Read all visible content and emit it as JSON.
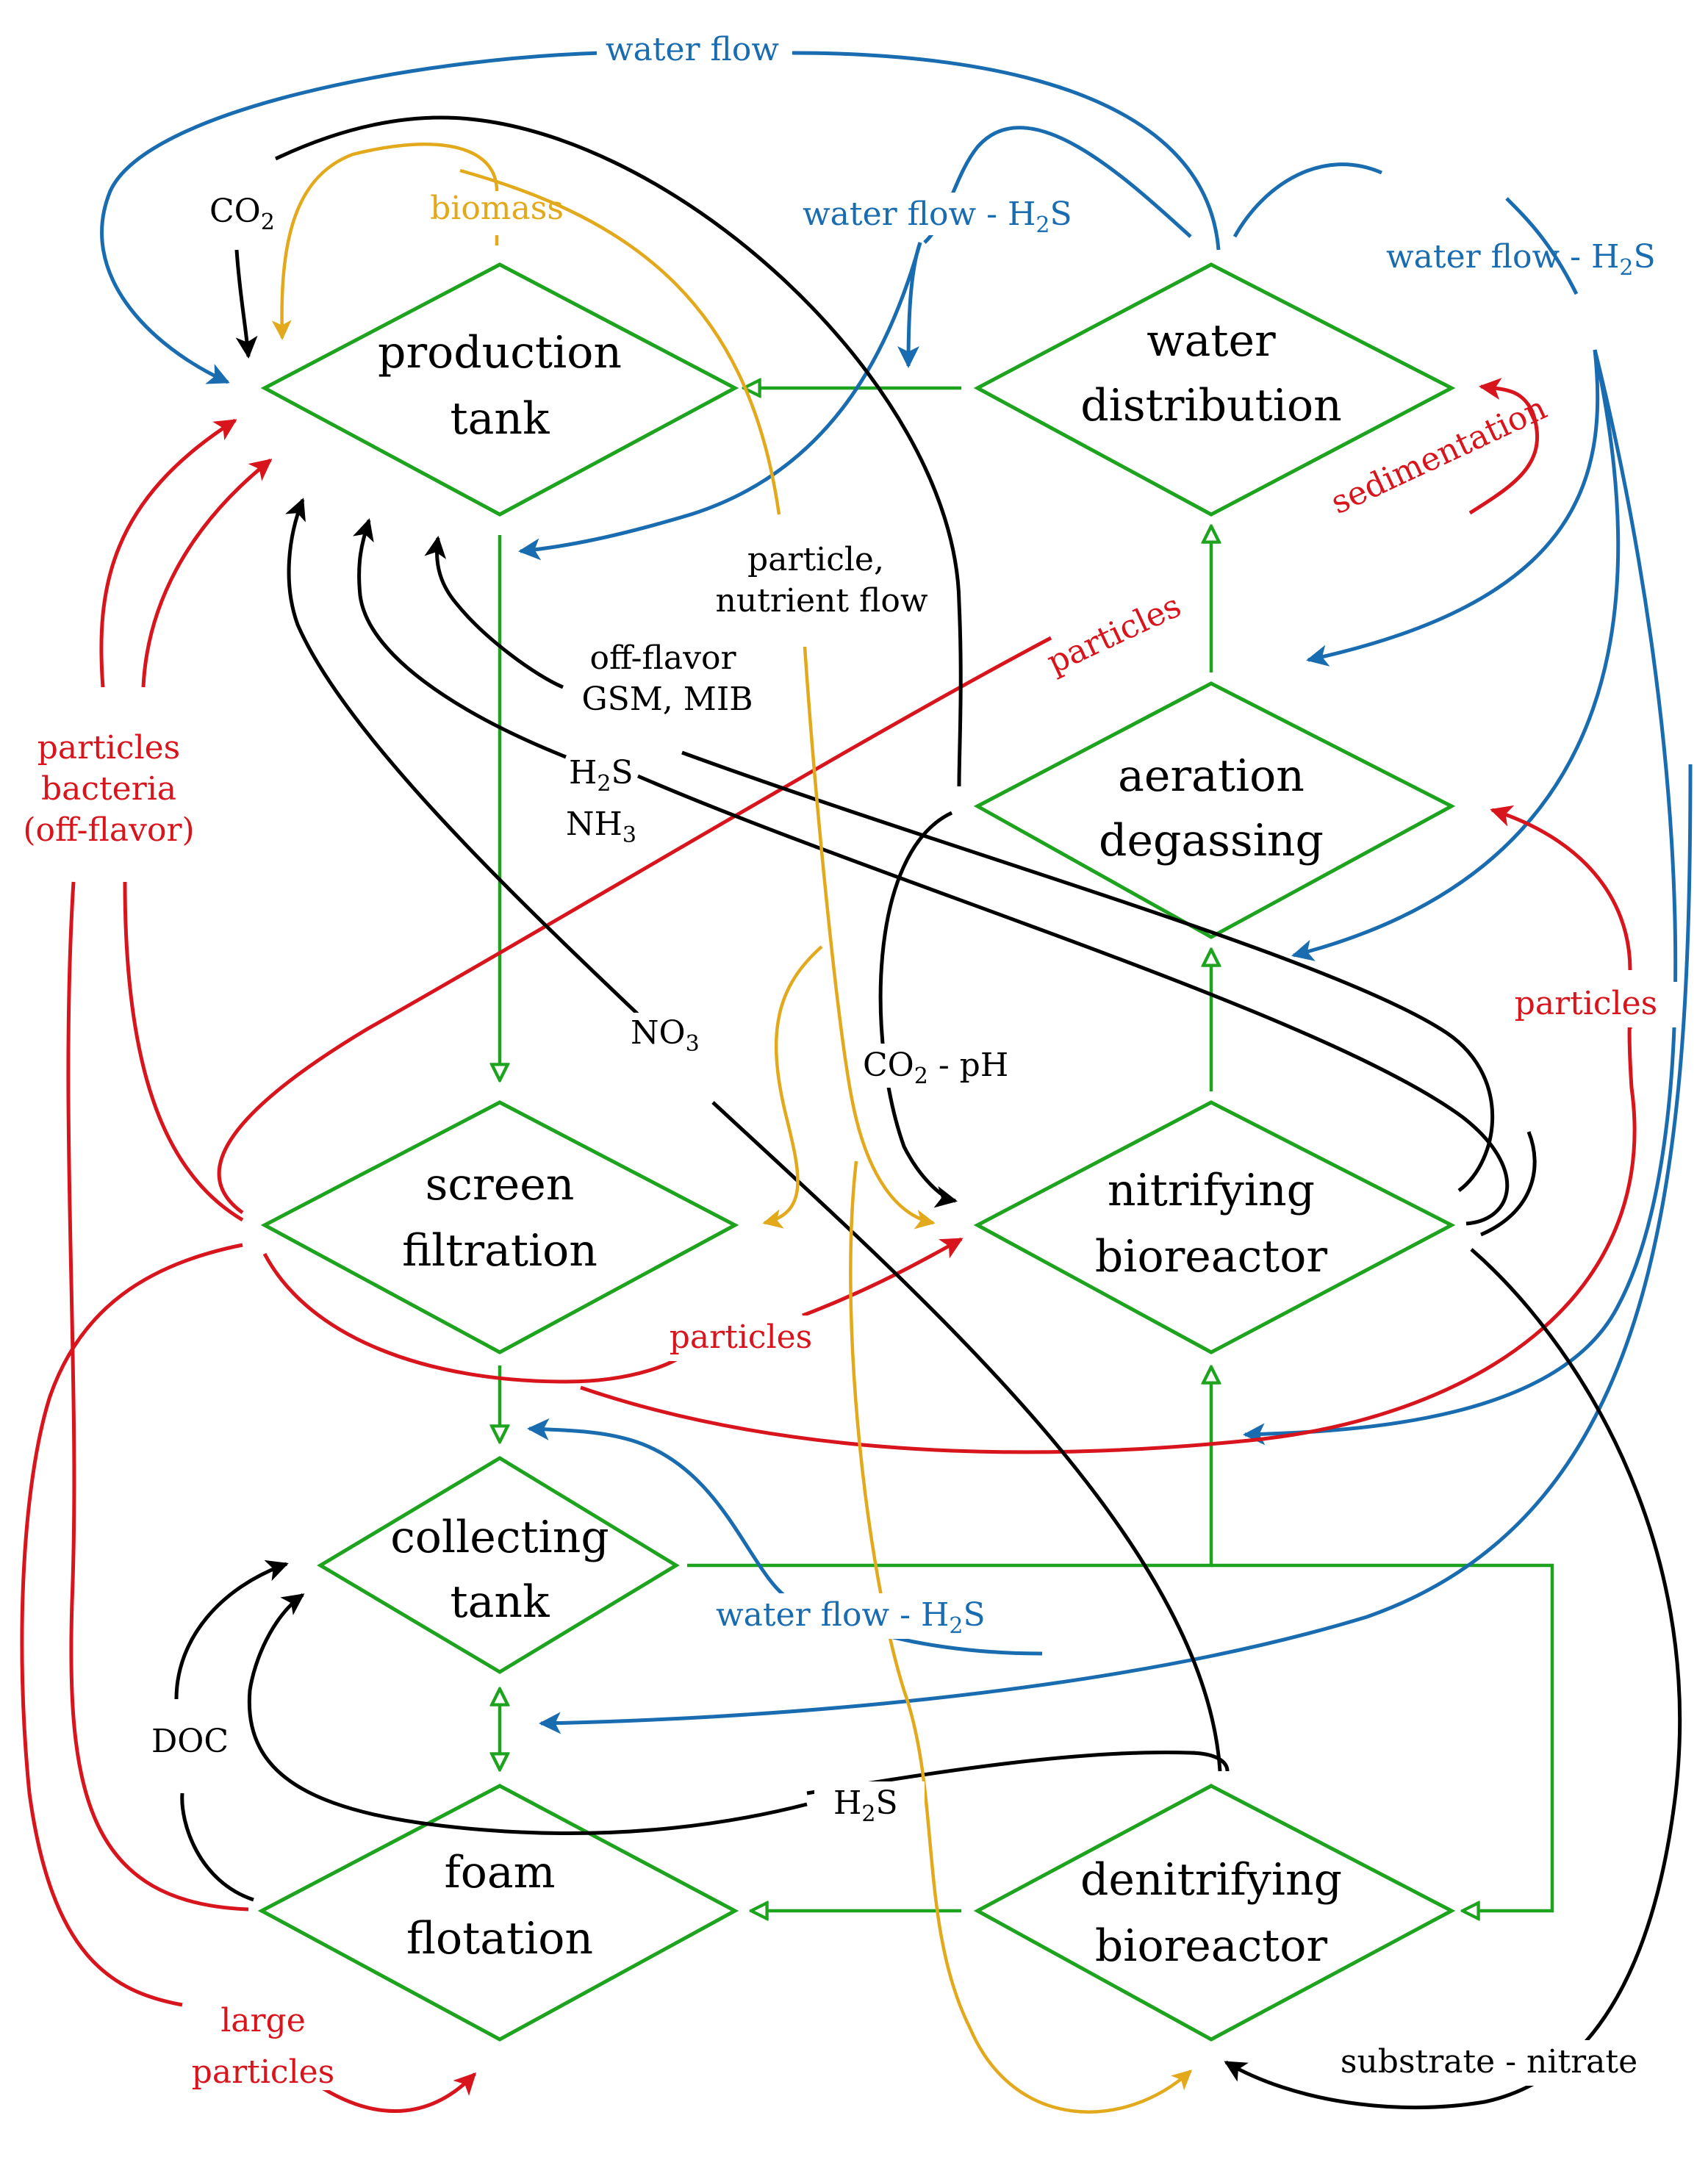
{
  "colors": {
    "process": "#1ea31e",
    "gas_chemistry": "#000000",
    "water": "#1a6cb0",
    "particles": "#d8141c",
    "biomass_nutrients": "#e3a91c"
  },
  "nodes": {
    "production_tank": [
      "production",
      "tank"
    ],
    "water_distribution": [
      "water",
      "distribution"
    ],
    "aeration_degassing": [
      "aeration",
      "degassing"
    ],
    "screen_filtration": [
      "screen",
      "filtration"
    ],
    "nitrifying_bioreactor": [
      "nitrifying",
      "bioreactor"
    ],
    "collecting_tank": [
      "collecting",
      "tank"
    ],
    "foam_flotation": [
      "foam",
      "flotation"
    ],
    "denitrifying_bioreactor": [
      "denitrifying",
      "bioreactor"
    ]
  },
  "labels": {
    "water_flow_top": "water flow",
    "co2_top": {
      "base": "CO",
      "sub": "2"
    },
    "biomass": "biomass",
    "water_flow_h2s_center": {
      "pre": "water flow - H",
      "sub": "2",
      "post": "S"
    },
    "water_flow_h2s_right": {
      "pre": "water flow - H",
      "sub": "2",
      "post": "S"
    },
    "particle_nutrient_flow": [
      "particle,",
      "nutrient flow"
    ],
    "sedimentation": "sedimentation",
    "particles_upper": "particles",
    "off_flavor": [
      "off-flavor",
      "GSM, MIB"
    ],
    "h2s_upper": {
      "base": "H",
      "sub": "2",
      "post": "S"
    },
    "nh3": {
      "base": "NH",
      "sub": "3"
    },
    "particles_bacteria": [
      "particles",
      "bacteria",
      "(off-flavor)"
    ],
    "no3": {
      "base": "NO",
      "sub": "3"
    },
    "co2_ph": {
      "base": "CO",
      "sub": "2",
      "post": " - pH"
    },
    "particles_right": "particles",
    "particles_middle": "particles",
    "water_flow_h2s_bottom": {
      "pre": "water flow - H",
      "sub": "2",
      "post": "S"
    },
    "doc": "DOC",
    "h2s_bottom": {
      "base": "H",
      "sub": "2",
      "post": "S"
    },
    "large_particles": [
      "large",
      "particles"
    ],
    "substrate_nitrate": "substrate - nitrate"
  }
}
